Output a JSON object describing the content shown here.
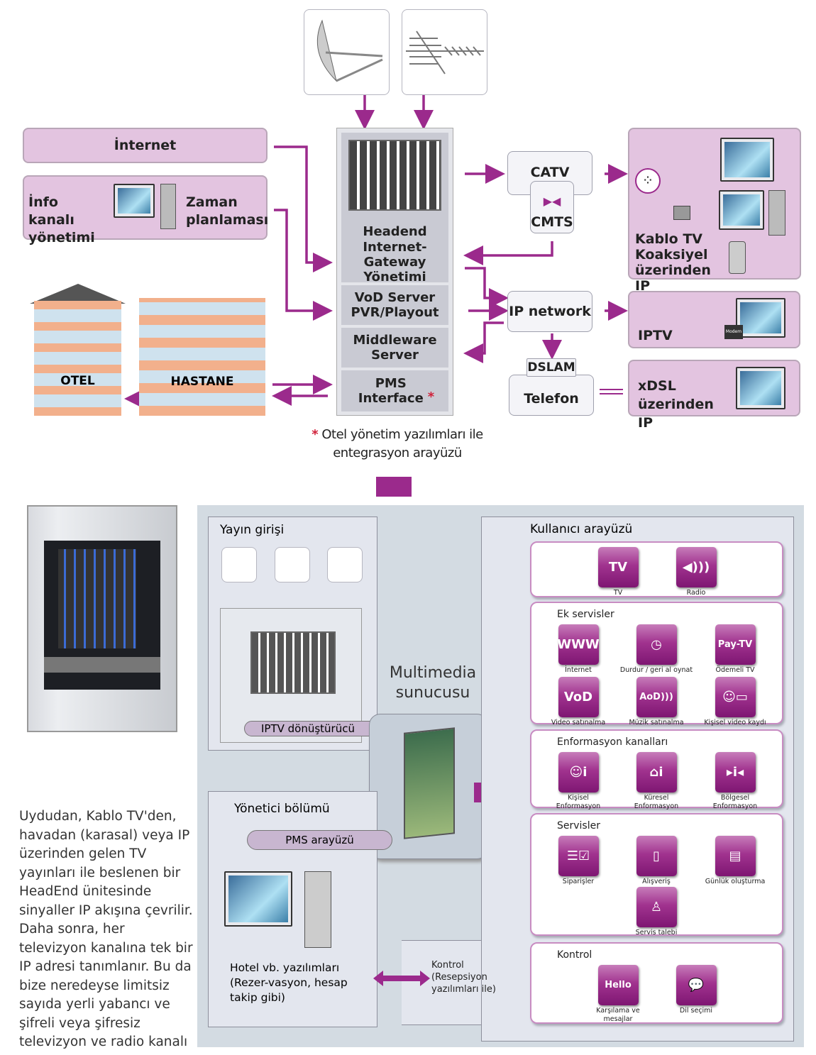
{
  "top": {
    "internet": "İnternet",
    "info_channel": "İnfo kanalı yönetimi",
    "schedule": "Zaman planlaması",
    "hotel": "OTEL",
    "hospital": "HASTANE",
    "headend": "Headend",
    "internet_gateway": "Internet-Gateway Yönetimi",
    "vod_server": "VoD Server PVR/Playout",
    "middleware": "Middleware Server",
    "pms_interface": "PMS Interface",
    "asterisk": "*",
    "catv": "CATV",
    "cmts": "CMTS",
    "ip_network": "IP network",
    "dslam": "DSLAM",
    "telefon": "Telefon",
    "cable_tv": "Kablo TV Koaksiyel üzerinden IP",
    "iptv": "IPTV",
    "modem": "Modem",
    "xdsl": "xDSL üzerinden IP",
    "footnote_line1": "Otel yönetim yazılımları ile",
    "footnote_line2": "entegrasyon arayüzü"
  },
  "bottom": {
    "broadcast_input": "Yayın girişi",
    "iptv_converter": "IPTV dönüştürücü",
    "multimedia_server": "Multimedia sunucusu",
    "admin_section": "Yönetici bölümü",
    "pms_interface": "PMS arayüzü",
    "hotel_software": "Hotel vb. yazılımları (Rezer-vasyon, hesap takip gibi)",
    "control_note": "Kontrol (Resepsiyon yazılımları ile)",
    "user_interface": "Kullanıcı arayüzü",
    "description": "Uydudan, Kablo TV'den, havadan (karasal) veya IP üzerinden gelen TV yayınları ile beslenen bir HeadEnd ünitesinde sinyaller IP akışına çevrilir. Daha sonra, her televizyon kanalına tek bir IP adresi tanımlanır. Bu da bize neredeyse limitsiz sayıda yerli yabancı ve şifreli veya şifresiz televizyon ve radio kanalı sunar."
  },
  "ui_groups": [
    {
      "title": "",
      "items": [
        {
          "icon": "tv-icon",
          "glyph": "TV",
          "label": "TV"
        },
        {
          "icon": "radio-icon",
          "glyph": "◀)))",
          "label": "Radio"
        }
      ]
    },
    {
      "title": "Ek servisler",
      "items": [
        {
          "icon": "www-icon",
          "glyph": "WWW",
          "label": "İnternet"
        },
        {
          "icon": "clock-icon",
          "glyph": "◷",
          "label": "Durdur / geri al oynat"
        },
        {
          "icon": "pay-tv-icon",
          "glyph": "Pay-TV",
          "label": "Ödemeli TV"
        },
        {
          "icon": "vod-icon",
          "glyph": "VoD",
          "label": "Video satınalma"
        },
        {
          "icon": "aod-icon",
          "glyph": "AoD)))",
          "label": "Müzik satınalma"
        },
        {
          "icon": "personal-video-icon",
          "glyph": "☺▭",
          "label": "Kişisel video kaydı"
        }
      ]
    },
    {
      "title": "Enformasyon kanalları",
      "items": [
        {
          "icon": "personal-info-icon",
          "glyph": "☺i",
          "label": "Kişisel Enformasyon"
        },
        {
          "icon": "global-info-icon",
          "glyph": "⌂i",
          "label": "Küresel Enformasyon"
        },
        {
          "icon": "regional-info-icon",
          "glyph": "▸i◂",
          "label": "Bölgesel Enformasyon"
        }
      ]
    },
    {
      "title": "Servisler",
      "items": [
        {
          "icon": "orders-icon",
          "glyph": "☰☑",
          "label": "Siparişler"
        },
        {
          "icon": "shopping-bag-icon",
          "glyph": "▯",
          "label": "Alışveriş"
        },
        {
          "icon": "journal-icon",
          "glyph": "▤",
          "label": "Günlük oluşturma"
        },
        {
          "icon": "waiter-icon",
          "glyph": "♙",
          "label": "Servis talebi"
        }
      ]
    },
    {
      "title": "Kontrol",
      "items": [
        {
          "icon": "hello-icon",
          "glyph": "Hello",
          "label": "Karşılama ve mesajlar"
        },
        {
          "icon": "speech-bubble-icon",
          "glyph": "💬",
          "label": "Dil seçimi"
        }
      ]
    }
  ],
  "colors": {
    "accent": "#9b2a8c",
    "box_fill": "#e3c4e0",
    "panel": "#d3dbe2"
  }
}
